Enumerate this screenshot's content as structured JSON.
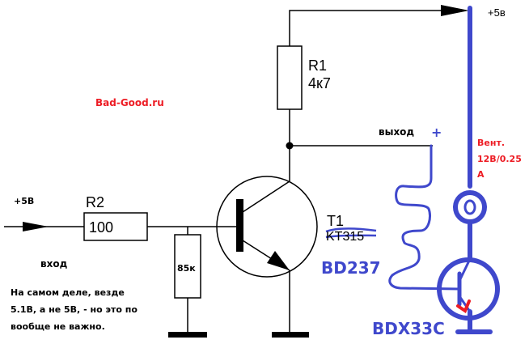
{
  "diagram": {
    "type": "circuit-schematic",
    "watermark": "Bad-Good.ru",
    "colors": {
      "wire": "#000000",
      "modification": "#3f48cc",
      "annotation": "#ed1c24"
    },
    "input": {
      "voltage_label": "+5В",
      "label": "вход"
    },
    "supply": {
      "voltage_label": "+5в"
    },
    "output": {
      "label": "выход",
      "polarity": "+"
    },
    "components": {
      "r1": {
        "designator": "R1",
        "value": "4к7"
      },
      "r2": {
        "designator": "R2",
        "value": "100"
      },
      "r_pulldown": {
        "value": "85к"
      },
      "t1": {
        "designator": "T1",
        "original_part": "KT315",
        "replacement_part": "BD237"
      },
      "t2": {
        "part": "BDX33C"
      },
      "fan": {
        "label_line1": "Вент.",
        "label_line2": "12В/0.25",
        "label_line3": "А"
      }
    },
    "note": {
      "line1": "На самом деле, везде",
      "line2": "5.1В, а не 5В, - но это по",
      "line3": "вообще не важно."
    }
  }
}
